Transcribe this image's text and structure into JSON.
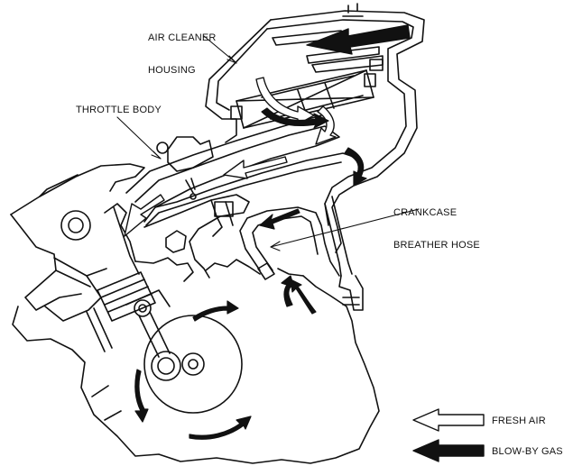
{
  "labels": {
    "air_cleaner_line1": "AIR CLEANER",
    "air_cleaner_line2": "HOUSING",
    "throttle_body": "THROTTLE BODY",
    "crankcase_line1": "CRANKCASE",
    "crankcase_line2": "BREATHER HOSE"
  },
  "legend": {
    "fresh_air": "FRESH AIR",
    "blow_by_gas": "BLOW-BY GAS"
  },
  "colors": {
    "line": "#111111",
    "background": "#ffffff",
    "fresh_air_fill": "#ffffff",
    "blow_by_fill": "#111111"
  }
}
